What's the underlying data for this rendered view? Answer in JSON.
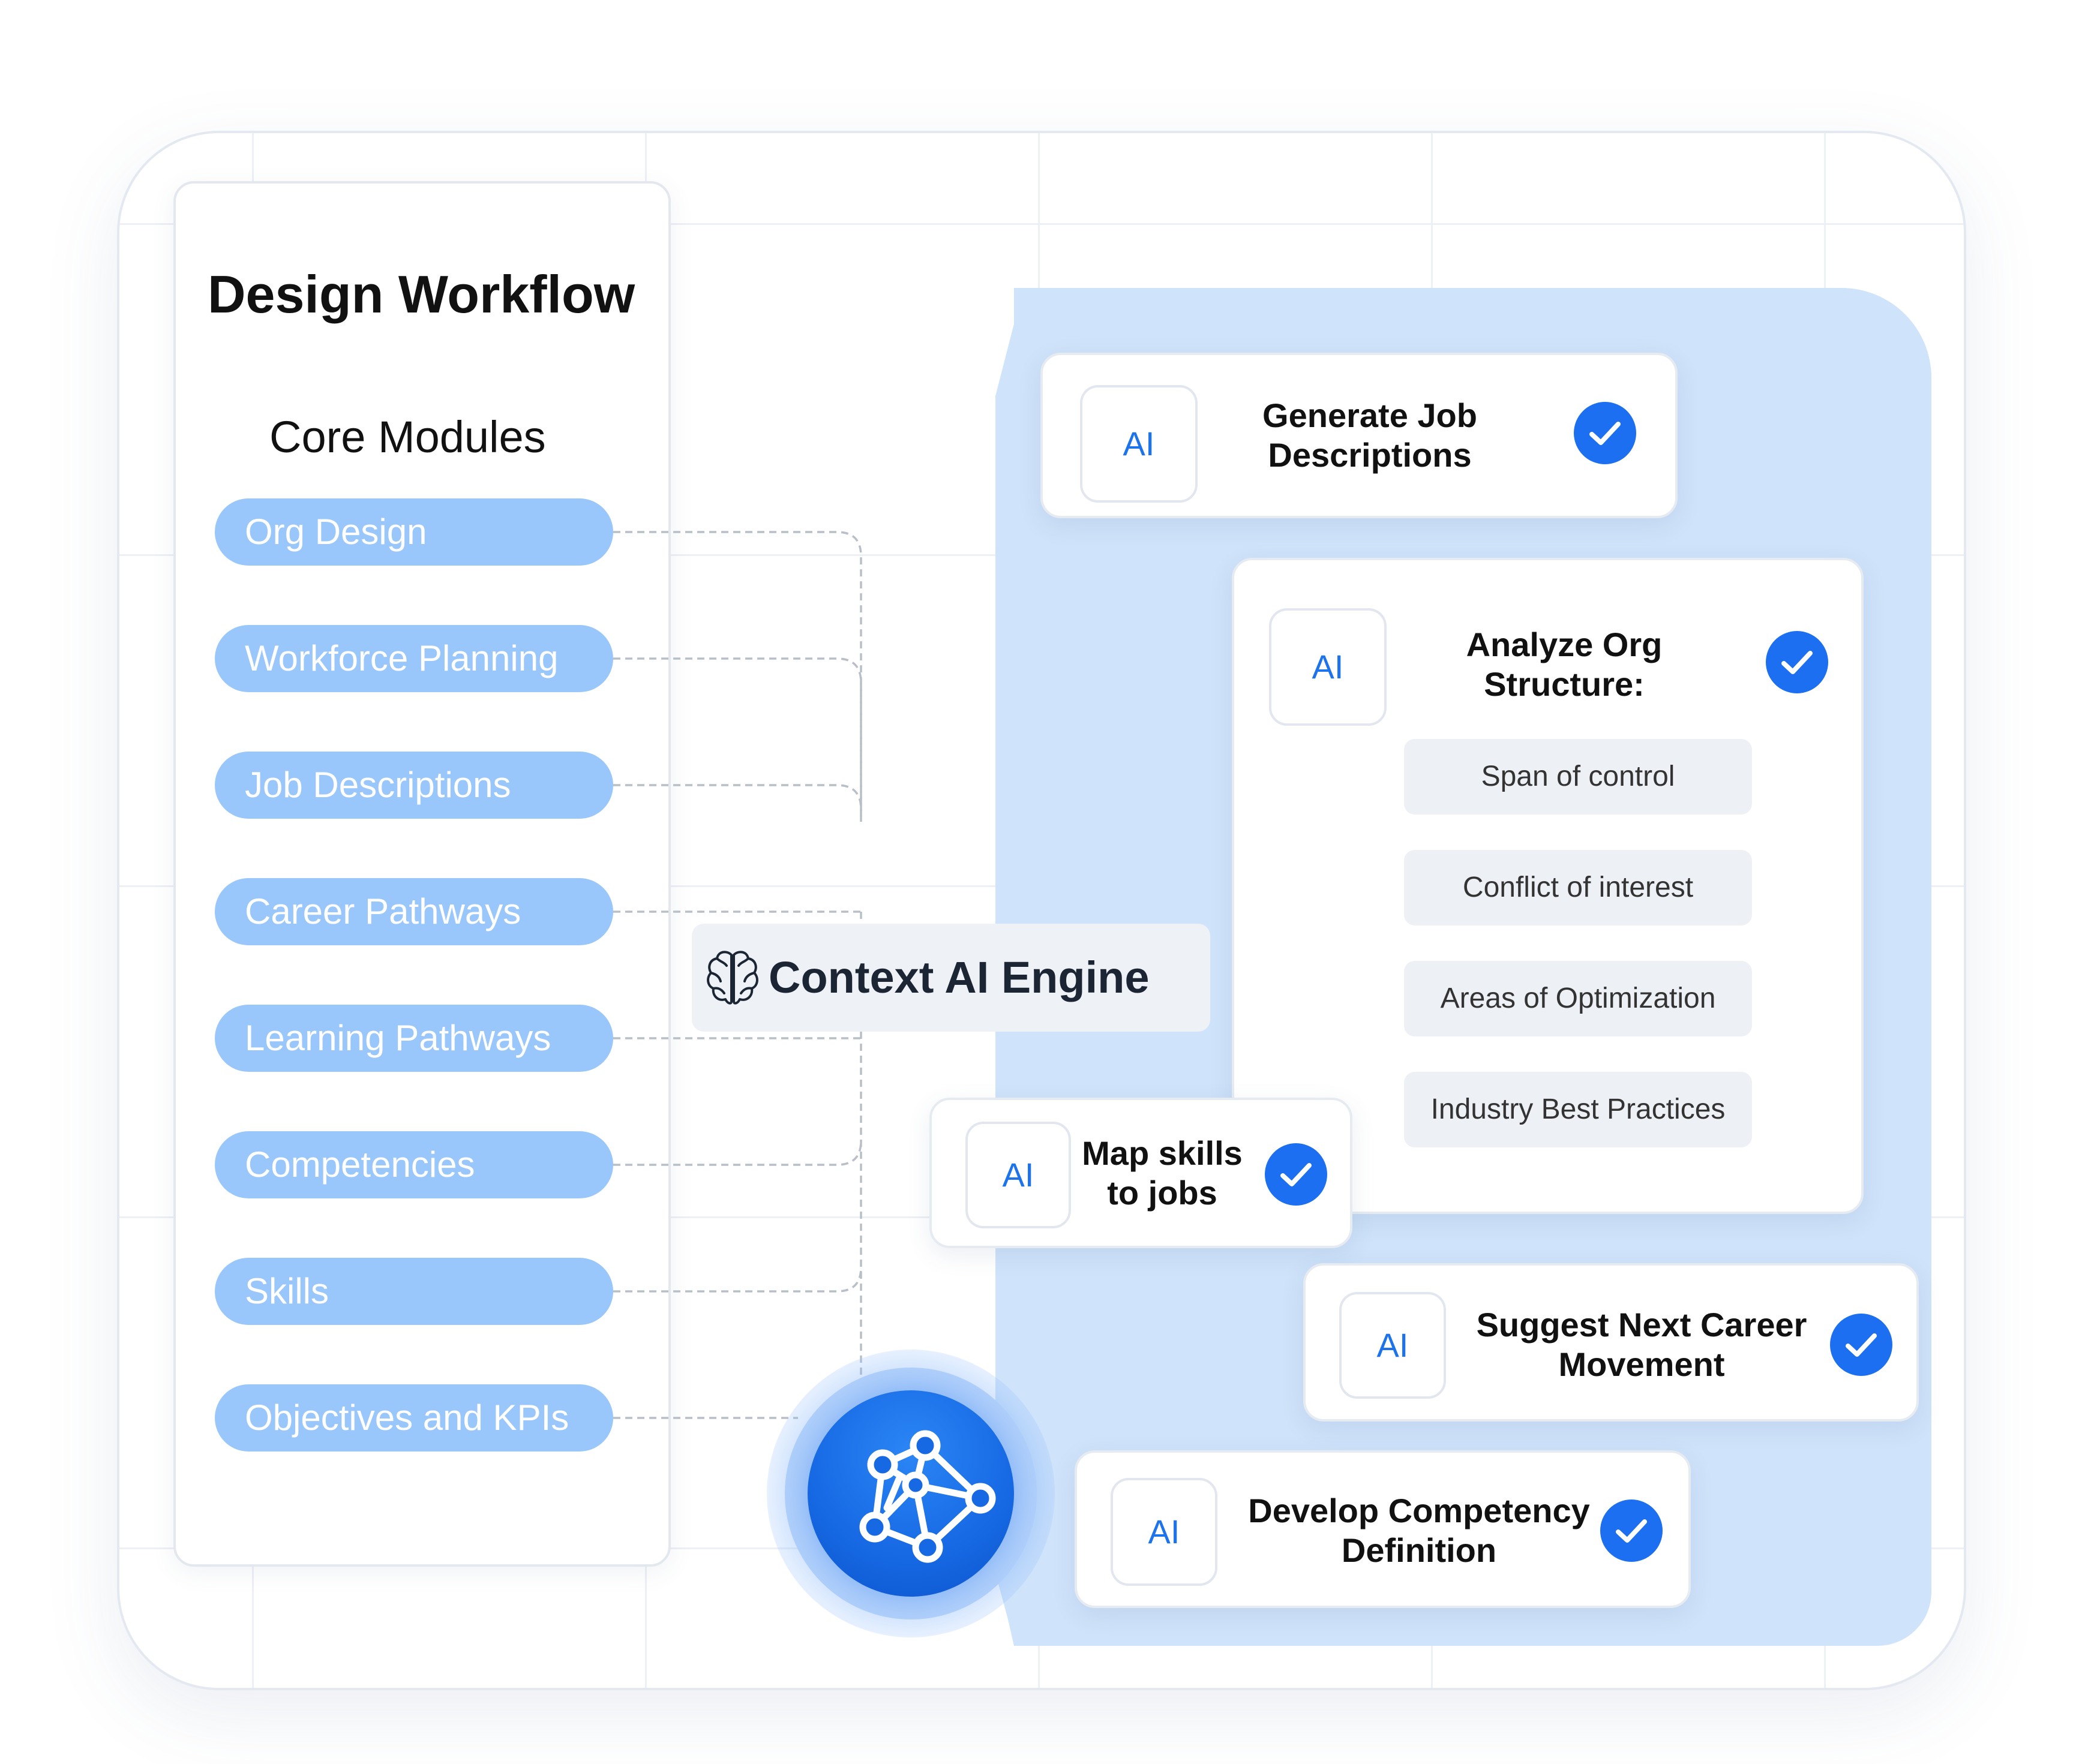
{
  "panel": {
    "title": "Design Workflow",
    "subtitle": "Core Modules",
    "modules": [
      "Org Design",
      "Workforce Planning",
      "Job Descriptions",
      "Career Pathways",
      "Learning Pathways",
      "Competencies",
      "Skills",
      "Objectives and KPIs"
    ]
  },
  "engine": {
    "label": "Context AI Engine",
    "icon": "brain-icon"
  },
  "hub": {
    "icon": "network-nodes-icon"
  },
  "tasks": [
    {
      "badge": "AI",
      "label": "Generate Job Descriptions",
      "status_icon": "check-circle-icon"
    },
    {
      "badge": "AI",
      "label": "Analyze Org Structure:",
      "status_icon": "check-circle-icon",
      "items": [
        "Span of control",
        "Conflict of interest",
        "Areas of Optimization",
        "Industry Best Practices"
      ]
    },
    {
      "badge": "AI",
      "label": "Map skills to jobs",
      "status_icon": "check-circle-icon"
    },
    {
      "badge": "AI",
      "label": "Suggest Next Career Movement",
      "status_icon": "check-circle-icon"
    },
    {
      "badge": "AI",
      "label": "Develop Competency Definition",
      "status_icon": "check-circle-icon"
    }
  ],
  "colors": {
    "accent": "#1b6ff0",
    "pill": "#99c7fb",
    "panel_blue": "#cfe3fa",
    "ai_text": "#1d73ec"
  }
}
